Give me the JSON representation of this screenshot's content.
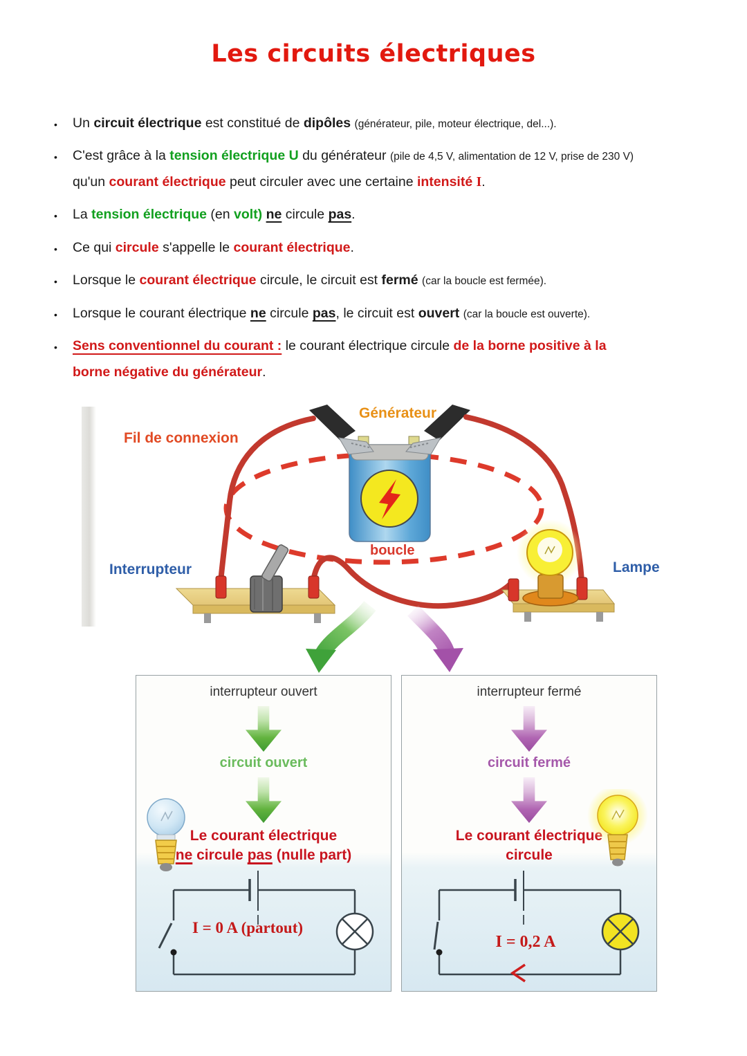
{
  "title": "Les circuits électriques",
  "colors": {
    "title_red": "#e2190f",
    "text_green": "#12a01f",
    "text_red": "#d11919",
    "label_blue": "#2f5ea8",
    "label_orange": "#e89016",
    "wire_red": "#c2392e",
    "loop_red": "#dd3a2b",
    "panel_blue": "#d7e8f1",
    "arrow_green": "#3fa23a",
    "arrow_purple": "#a351a8"
  },
  "bullets": [
    {
      "segments": [
        {
          "t": "Un "
        },
        {
          "t": "circuit électrique",
          "s": "b"
        },
        {
          "t": " est constitué de "
        },
        {
          "t": "dipôles",
          "s": "b"
        },
        {
          "t": " "
        },
        {
          "t": "(générateur, pile, moteur électrique, del...).",
          "s": "sm"
        }
      ]
    },
    {
      "segments": [
        {
          "t": "C'est grâce à la "
        },
        {
          "t": "tension électrique U",
          "s": "g"
        },
        {
          "t": " du générateur "
        },
        {
          "t": "(pile de 4,5 V, alimentation de 12 V, prise de 230 V)",
          "s": "sm"
        },
        {
          "br": true
        },
        {
          "t": "qu'un "
        },
        {
          "t": "courant électrique",
          "s": "r"
        },
        {
          "t": " peut circuler avec une certaine "
        },
        {
          "t": "intensité ",
          "s": "r"
        },
        {
          "t": "I",
          "s": "rs"
        },
        {
          "t": "."
        }
      ]
    },
    {
      "segments": [
        {
          "t": "La "
        },
        {
          "t": "tension électrique",
          "s": "g"
        },
        {
          "t": " (en "
        },
        {
          "t": "volt)",
          "s": "g"
        },
        {
          "t": " "
        },
        {
          "t": "ne",
          "s": "u"
        },
        {
          "t": " circule "
        },
        {
          "t": "pas",
          "s": "u"
        },
        {
          "t": "."
        }
      ]
    },
    {
      "segments": [
        {
          "t": "Ce qui "
        },
        {
          "t": "circule",
          "s": "r"
        },
        {
          "t": " s'appelle le "
        },
        {
          "t": "courant électrique",
          "s": "r"
        },
        {
          "t": "."
        }
      ]
    },
    {
      "segments": [
        {
          "t": "Lorsque le "
        },
        {
          "t": "courant électrique",
          "s": "r"
        },
        {
          "t": " circule, le circuit est "
        },
        {
          "t": "fermé",
          "s": "b"
        },
        {
          "t": " "
        },
        {
          "t": "(car la boucle est fermée).",
          "s": "sm"
        }
      ]
    },
    {
      "segments": [
        {
          "t": "Lorsque le courant électrique "
        },
        {
          "t": "ne",
          "s": "u"
        },
        {
          "t": " circule "
        },
        {
          "t": "pas",
          "s": "u"
        },
        {
          "t": ", le circuit est "
        },
        {
          "t": "ouvert",
          "s": "b"
        },
        {
          "t": " "
        },
        {
          "t": "(car la boucle est ouverte).",
          "s": "sm"
        }
      ]
    },
    {
      "segments": [
        {
          "t": "Sens conventionnel du courant :",
          "s": "ru"
        },
        {
          "t": " le courant électrique circule "
        },
        {
          "t": "de la borne positive à la",
          "s": "r"
        },
        {
          "br": true
        },
        {
          "t": "borne négative du générateur",
          "s": "r"
        },
        {
          "t": "."
        }
      ]
    }
  ],
  "diagram": {
    "labels": {
      "generator": "Générateur",
      "wire": "Fil de connexion",
      "switch": "Interrupteur",
      "loop": "boucle",
      "lamp": "Lampe"
    }
  },
  "panels": {
    "left": {
      "heading": "interrupteur ouvert",
      "state": "circuit ouvert",
      "statement1": "Le courant électrique",
      "statement2": [
        {
          "t": "ne",
          "s": "su"
        },
        {
          "t": " circule "
        },
        {
          "t": "pas",
          "s": "su"
        },
        {
          "t": " (nulle part)"
        }
      ],
      "current_label": "I = 0 A (partout)"
    },
    "right": {
      "heading": "interrupteur fermé",
      "state": "circuit fermé",
      "statement1": "Le courant électrique",
      "statement2": [
        {
          "t": "circule"
        }
      ],
      "current_label": "I = 0,2 A"
    }
  }
}
